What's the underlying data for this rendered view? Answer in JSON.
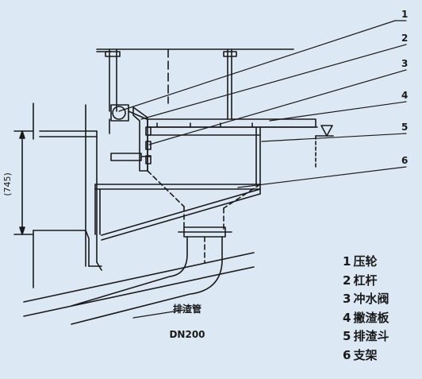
{
  "callouts": [
    "1",
    "2",
    "3",
    "4",
    "5",
    "6"
  ],
  "dimension": "(745)",
  "pipe_label": "排渣管",
  "pipe_size": "DN200",
  "legend": [
    {
      "num": "1",
      "text": "压轮"
    },
    {
      "num": "2",
      "text": "杠杆"
    },
    {
      "num": "3",
      "text": "冲水阀"
    },
    {
      "num": "4",
      "text": "撇渣板"
    },
    {
      "num": "5",
      "text": "排渣斗"
    },
    {
      "num": "6",
      "text": "支架"
    }
  ]
}
